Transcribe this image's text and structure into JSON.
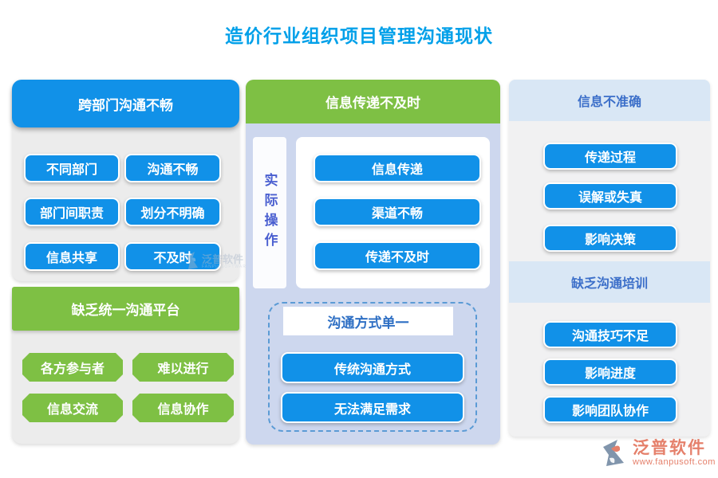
{
  "title": "造价行业组织项目管理沟通现状",
  "colors": {
    "title_blue": "#00a0e9",
    "node_blue": "#1191e8",
    "node_green": "#7ec044",
    "middle_panel": "#cdd7ee",
    "right_panel": "#f1f1f2",
    "band_blue": "#d9e7f5",
    "band_text": "#3c6fc9",
    "dashed_border": "#5b9bd5",
    "logo_salmon": "#e5806b"
  },
  "left": {
    "section1": {
      "header": "跨部门沟通不畅",
      "items": [
        "不同部门",
        "沟通不畅",
        "部门间职责",
        "划分不明确",
        "信息共享",
        "不及时"
      ]
    },
    "section2": {
      "header": "缺乏统一沟通平台",
      "items": [
        "各方参与者",
        "难以进行",
        "信息交流",
        "信息协作"
      ]
    }
  },
  "middle": {
    "header": "信息传递不及时",
    "side_label": "实际操作",
    "items": [
      "信息传递",
      "渠道不畅",
      "传递不及时"
    ],
    "sub": {
      "header": "沟通方式单一",
      "items": [
        "传统沟通方式",
        "无法满足需求"
      ]
    }
  },
  "right": {
    "sections": [
      {
        "header": "信息不准确",
        "items": [
          "传递过程",
          "误解或失真",
          "影响决策"
        ]
      },
      {
        "header": "缺乏沟通培训",
        "items": [
          "沟通技巧不足",
          "影响进度",
          "影响团队协作"
        ]
      }
    ]
  },
  "watermark": {
    "text": "泛普软件",
    "sub": "FANPU SOFTWARE"
  },
  "logo": {
    "name": "泛普软件",
    "url": "www.fanpusoft.com"
  }
}
